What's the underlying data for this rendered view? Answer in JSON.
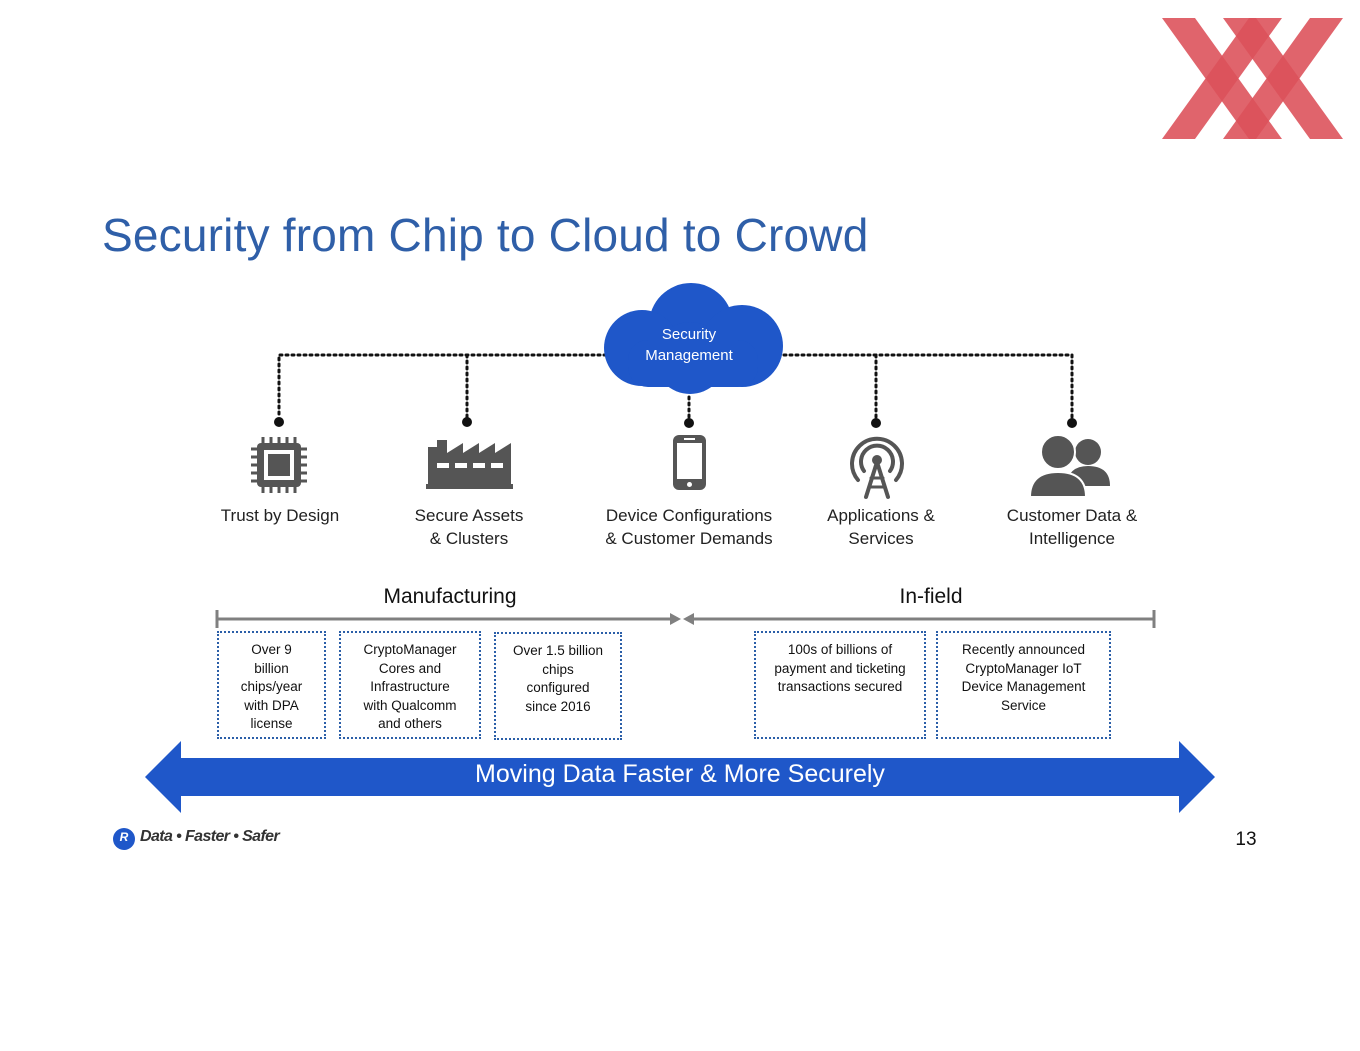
{
  "title": "Security from Chip to Cloud to Crowd",
  "cloud": {
    "label_line1": "Security",
    "label_line2": "Management"
  },
  "nodes": [
    {
      "id": "trust",
      "icon": "chip-icon",
      "line1": "Trust by Design",
      "line2": ""
    },
    {
      "id": "assets",
      "icon": "factory-icon",
      "line1": "Secure Assets",
      "line2": "& Clusters"
    },
    {
      "id": "device",
      "icon": "smartphone-icon",
      "line1": "Device Configurations",
      "line2": "& Customer Demands"
    },
    {
      "id": "apps",
      "icon": "antenna-icon",
      "line1": "Applications &",
      "line2": "Services"
    },
    {
      "id": "customer",
      "icon": "users-icon",
      "line1": "Customer Data &",
      "line2": "Intelligence"
    }
  ],
  "sections": {
    "manufacturing": "Manufacturing",
    "infield": "In-field"
  },
  "facts": [
    {
      "lines": [
        "Over 9",
        "billion",
        "chips/year",
        "with DPA",
        "license"
      ]
    },
    {
      "lines": [
        "CryptoManager",
        "Cores and",
        "Infrastructure",
        "with Qualcomm",
        "and others"
      ]
    },
    {
      "lines": [
        "Over 1.5 billion",
        "chips",
        "configured",
        "since 2016"
      ]
    },
    {
      "lines": [
        "100s of billions of",
        "payment and ticketing",
        "transactions secured"
      ]
    },
    {
      "lines": [
        "Recently announced",
        "CryptoManager IoT",
        "Device Management",
        "Service"
      ]
    }
  ],
  "banner": "Moving Data Faster & More Securely",
  "footer": {
    "logo_letter": "R",
    "tagline": "Data • Faster • Safer"
  },
  "page_number": "13",
  "colors": {
    "title": "#2f5fa8",
    "cloud": "#1f57c9",
    "arrow": "#1f57c9",
    "icon": "#555555",
    "logo": "#d9404a"
  }
}
